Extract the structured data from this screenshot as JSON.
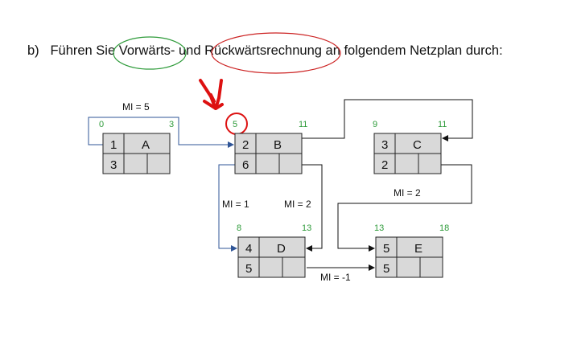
{
  "instruction": {
    "prefix": "b)",
    "text_before": "Führen Sie ",
    "highlight_forward": "Vorwärts-",
    "text_middle": " und ",
    "highlight_backward": "Rückwärtsrechnung",
    "text_after": " an folgendem Netzplan durch:"
  },
  "colors": {
    "annotation_green": "#2e9b3a",
    "annotation_red": "#cc2222",
    "node_fill": "#d9d9d9",
    "forward_circle": "#2e9b3a",
    "backward_circle": "#cc2222"
  },
  "nodes": [
    {
      "id": "A",
      "number": "1",
      "name": "A",
      "duration": "3",
      "early_start": "0",
      "early_finish": "3"
    },
    {
      "id": "B",
      "number": "2",
      "name": "B",
      "duration": "6",
      "early_start": "5",
      "early_finish": "11"
    },
    {
      "id": "C",
      "number": "3",
      "name": "C",
      "duration": "2",
      "early_start": "9",
      "early_finish": "11"
    },
    {
      "id": "D",
      "number": "4",
      "name": "D",
      "duration": "5",
      "early_start": "8",
      "early_finish": "13"
    },
    {
      "id": "E",
      "number": "5",
      "name": "E",
      "duration": "5",
      "early_start": "13",
      "early_finish": "18"
    }
  ],
  "edges": [
    {
      "from": "A",
      "to": "B",
      "label": "MI = 5"
    },
    {
      "from": "B",
      "to": "C",
      "label": ""
    },
    {
      "from": "B",
      "to": "D",
      "label": "MI = 1"
    },
    {
      "from": "D",
      "to": "B",
      "label": "MI = 2"
    },
    {
      "from": "C",
      "to": "E",
      "label": "MI = 2"
    },
    {
      "from": "D",
      "to": "E",
      "label": "MI = -1"
    }
  ]
}
